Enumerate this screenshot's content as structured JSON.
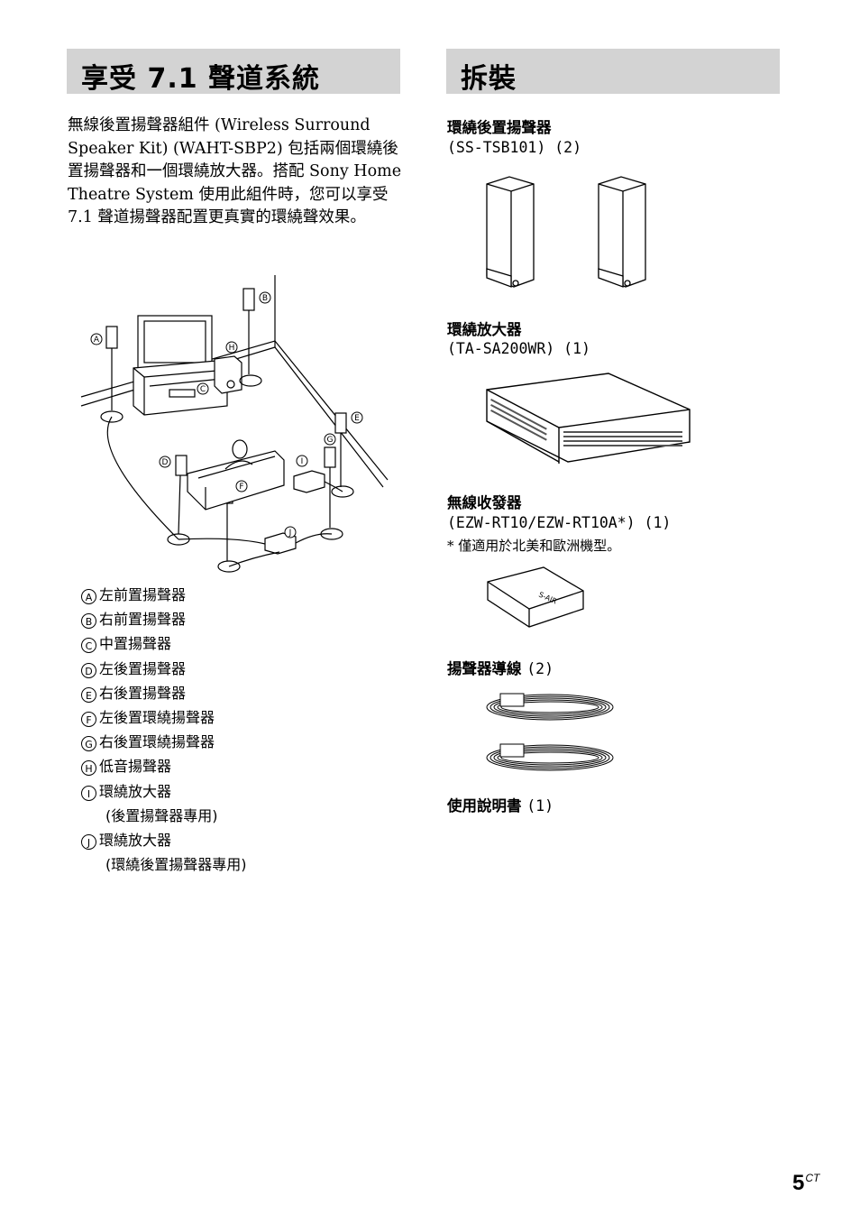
{
  "left": {
    "heading": "享受 7.1 聲道系統",
    "intro": "無線後置揚聲器組件 (Wireless Surround Speaker Kit) (WAHT-SBP2) 包括兩個環繞後置揚聲器和一個環繞放大器。搭配 Sony Home Theatre System 使用此組件時，您可以享受 7.1 聲道揚聲器配置更真實的環繞聲效果。",
    "diagram_labels": [
      "A",
      "B",
      "C",
      "D",
      "E",
      "F",
      "G",
      "H",
      "I",
      "J"
    ],
    "legend": [
      {
        "mark": "A",
        "text": "左前置揚聲器"
      },
      {
        "mark": "B",
        "text": "右前置揚聲器"
      },
      {
        "mark": "C",
        "text": "中置揚聲器"
      },
      {
        "mark": "D",
        "text": "左後置揚聲器"
      },
      {
        "mark": "E",
        "text": "右後置揚聲器"
      },
      {
        "mark": "F",
        "text": "左後置環繞揚聲器"
      },
      {
        "mark": "G",
        "text": "右後置環繞揚聲器"
      },
      {
        "mark": "H",
        "text": "低音揚聲器"
      },
      {
        "mark": "I",
        "text": "環繞放大器",
        "sub": "(後置揚聲器專用)"
      },
      {
        "mark": "J",
        "text": "環繞放大器",
        "sub": "(環繞後置揚聲器專用)"
      }
    ]
  },
  "right": {
    "heading": "拆裝",
    "items": [
      {
        "title": "環繞後置揚聲器",
        "model": "(SS-TSB101) (2)"
      },
      {
        "title": "環繞放大器",
        "model": "(TA-SA200WR) (1)"
      },
      {
        "title": "無線收發器",
        "model": "(EZW-RT10/EZW-RT10A*) (1)",
        "note": "* 僅適用於北美和歐洲機型。"
      },
      {
        "title": "揚聲器導線",
        "qty": "(2)"
      },
      {
        "title": "使用說明書",
        "qty": "(1)"
      }
    ],
    "transceiver_logo": "S-AIR"
  },
  "page_number": "5",
  "page_suffix": "CT"
}
